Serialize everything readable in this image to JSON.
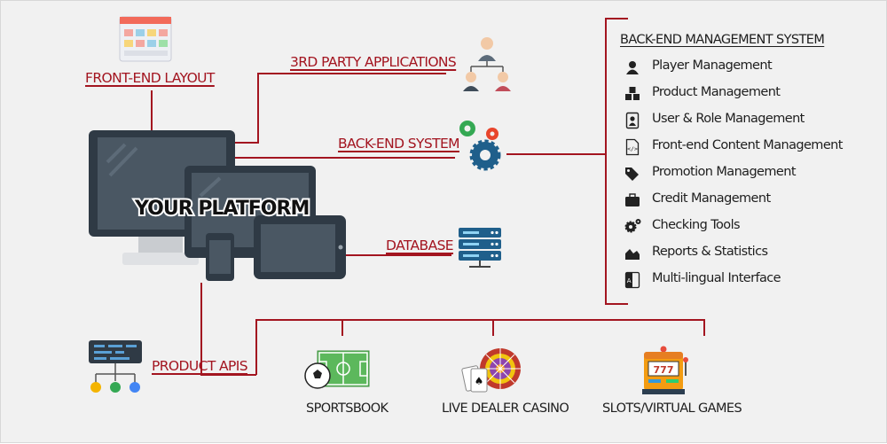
{
  "hub": {
    "title": "YOUR PLATFORM"
  },
  "nodes": {
    "front_end_layout": "FRONT-END LAYOUT",
    "third_party": "3RD PARTY APPLICATIONS",
    "back_end_system": "BACK-END SYSTEM",
    "database": "DATABASE",
    "product_apis": "PRODUCT APIS"
  },
  "backend_mgmt": {
    "title": "BACK-END MANAGEMENT SYSTEM",
    "items": [
      {
        "label": "Player Management",
        "icon": "user-icon"
      },
      {
        "label": "Product Management",
        "icon": "boxes-icon"
      },
      {
        "label": "User & Role Management",
        "icon": "user-badge-icon"
      },
      {
        "label": "Front-end Content Management",
        "icon": "code-file-icon"
      },
      {
        "label": "Promotion Management",
        "icon": "tags-icon"
      },
      {
        "label": "Credit Management",
        "icon": "briefcase-icon"
      },
      {
        "label": "Checking Tools",
        "icon": "gears-icon"
      },
      {
        "label": "Reports & Statistics",
        "icon": "area-chart-icon"
      },
      {
        "label": "Multi-lingual Interface",
        "icon": "translate-icon"
      }
    ]
  },
  "products": [
    {
      "label": "SPORTSBOOK",
      "icon": "soccer-field-icon"
    },
    {
      "label": "LIVE DEALER CASINO",
      "icon": "roulette-icon"
    },
    {
      "label": "SLOTS/VIRTUAL GAMES",
      "icon": "slot-machine-icon"
    }
  ],
  "colors": {
    "connector": "#a31520",
    "label": "#a31520",
    "device": "#2f3a45",
    "screen": "#4a5763"
  }
}
